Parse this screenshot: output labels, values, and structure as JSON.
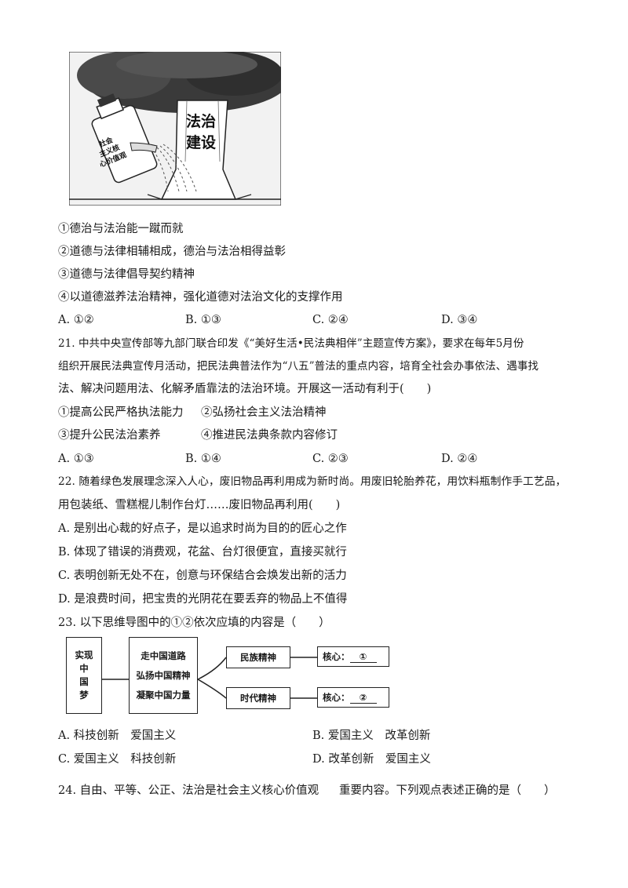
{
  "cartoon": {
    "trunk_text_1": "法治",
    "trunk_text_2": "建设",
    "bottle_text": [
      "社会",
      "主义核",
      "心价值观"
    ]
  },
  "q20_items": [
    "①德治与法治能一蹴而就",
    "②道德与法律相辅相成，德治与法治相得益彰",
    "③道德与法律倡导契约精神",
    "④以道德滋养法治精神，强化道德对法治文化的支撑作用"
  ],
  "q20_options": [
    "A. ①②",
    "B. ①③",
    "C. ②④",
    "D. ③④"
  ],
  "q21": {
    "lines": [
      "21. 中共中央宣传部等九部门联合印发《“美好生活•民法典相伴”主题宣传方案》，要求在每年5月份",
      "组织开展民法典宣传月活动，把民法典普法作为“八五”普法的重点内容，培育全社会办事依法、遇事找",
      "法、解决问题用法、化解矛盾靠法的法治环境。开展这一活动有利于(　　)"
    ],
    "items": [
      "①提高公民严格执法能力",
      "②弘扬社会主义法治精神",
      "③提升公民法治素养",
      "④推进民法典条款内容修订"
    ],
    "options": [
      "A. ①③",
      "B. ①④",
      "C. ②③",
      "D. ②④"
    ]
  },
  "q22": {
    "lines": [
      "22. 随着绿色发展理念深入人心，废旧物品再利用成为新时尚。用废旧轮胎养花，用饮料瓶制作手工艺品，",
      "用包装纸、雪糕棍儿制作台灯……废旧物品再利用(　　)"
    ],
    "options": [
      "A. 是别出心裁的好点子，是以追求时尚为目的的匠心之作",
      "B. 体现了错误的消费观，花盆、台灯很便宜，直接买就行",
      "C. 表明创新无处不在，创意与环保结合会焕发出新的活力",
      "D. 是浪费时间，把宝贵的光阴花在要丢弃的物品上不值得"
    ]
  },
  "q23": {
    "stem": "23. 以下思维导图中的①②依次应填的内容是（　　）",
    "mindmap": {
      "left": [
        "实现",
        "中",
        "国",
        "梦"
      ],
      "middle": [
        "走中国道路",
        "弘扬中国精神",
        "凝聚中国力量"
      ],
      "branch_top": "民族精神",
      "branch_bottom": "时代精神",
      "core_top": "核心：",
      "core_top_mark": "①",
      "core_bottom": "核心：",
      "core_bottom_mark": "②"
    },
    "options": [
      "A. 科技创新　爱国主义",
      "B. 爱国主义　改革创新",
      "C. 爱国主义　科技创新",
      "D. 改革创新　爱国主义"
    ]
  },
  "q24": {
    "stem_a": "24. 自由、平等、公正、法治是社会主义核心价值观",
    "stem_b": "重要内容。下列观点表述正确的是（　　）"
  }
}
